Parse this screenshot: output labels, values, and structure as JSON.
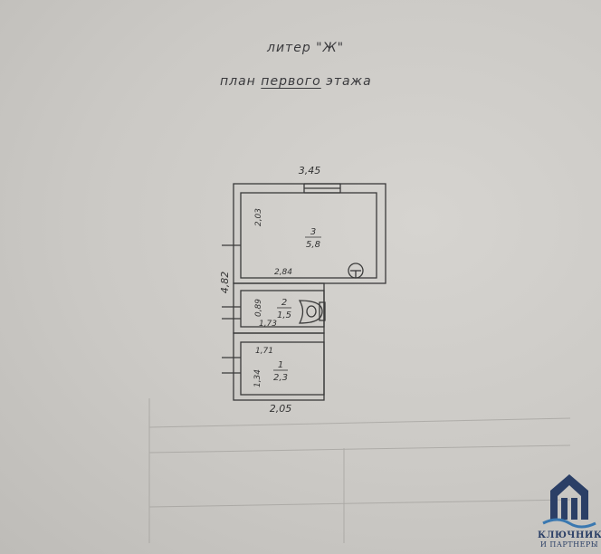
{
  "title": {
    "liter": "литер \"Ж\"",
    "plan_prefix": "план",
    "plan_floor": "первого",
    "plan_suffix": "этажа"
  },
  "dimensions": {
    "total_width_top": "3,45",
    "total_height_left": "4,82",
    "bottom_width": "2,05",
    "room3_height": "2,03",
    "room3_width": "2,84",
    "room2_height": "0,89",
    "room2_width": "1,73",
    "room1_width": "1,71",
    "room1_height": "1,34"
  },
  "rooms": [
    {
      "number": "3",
      "area": "5,8"
    },
    {
      "number": "2",
      "area": "1,5"
    },
    {
      "number": "1",
      "area": "2,3"
    }
  ],
  "logo": {
    "line1": "КЛЮЧНИК",
    "line2": "И ПАРТНЕРЫ"
  },
  "colors": {
    "paper": "#cbc9c5",
    "ink": "#333333",
    "logo": "#2b3f66"
  }
}
